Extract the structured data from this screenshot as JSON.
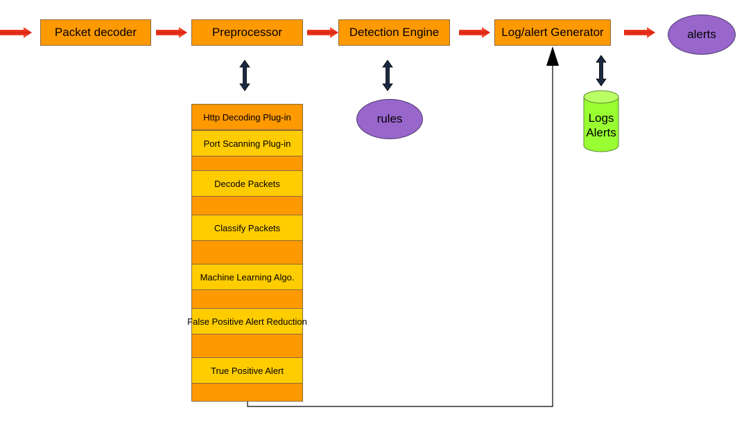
{
  "pipeline": {
    "packet_decoder": "Packet decoder",
    "preprocessor": "Preprocessor",
    "detection_engine": "Detection Engine",
    "log_alert_generator": "Log/alert Generator",
    "alerts": "alerts"
  },
  "rules": "rules",
  "storage": {
    "line1": "Logs",
    "line2": "Alerts"
  },
  "preprocessor_stack": [
    "Http Decoding Plug-in",
    "Port Scanning Plug-in",
    "Decode Packets",
    "Classify Packets",
    "Machine Learning Algo.",
    "False Positive Alert Reduction",
    "True Positive Alert"
  ],
  "colors": {
    "orange": "#ff9900",
    "yellow": "#ffcc00",
    "purple": "#9966cc",
    "green": "#99ff33",
    "arrow_red": "#ee3322"
  }
}
